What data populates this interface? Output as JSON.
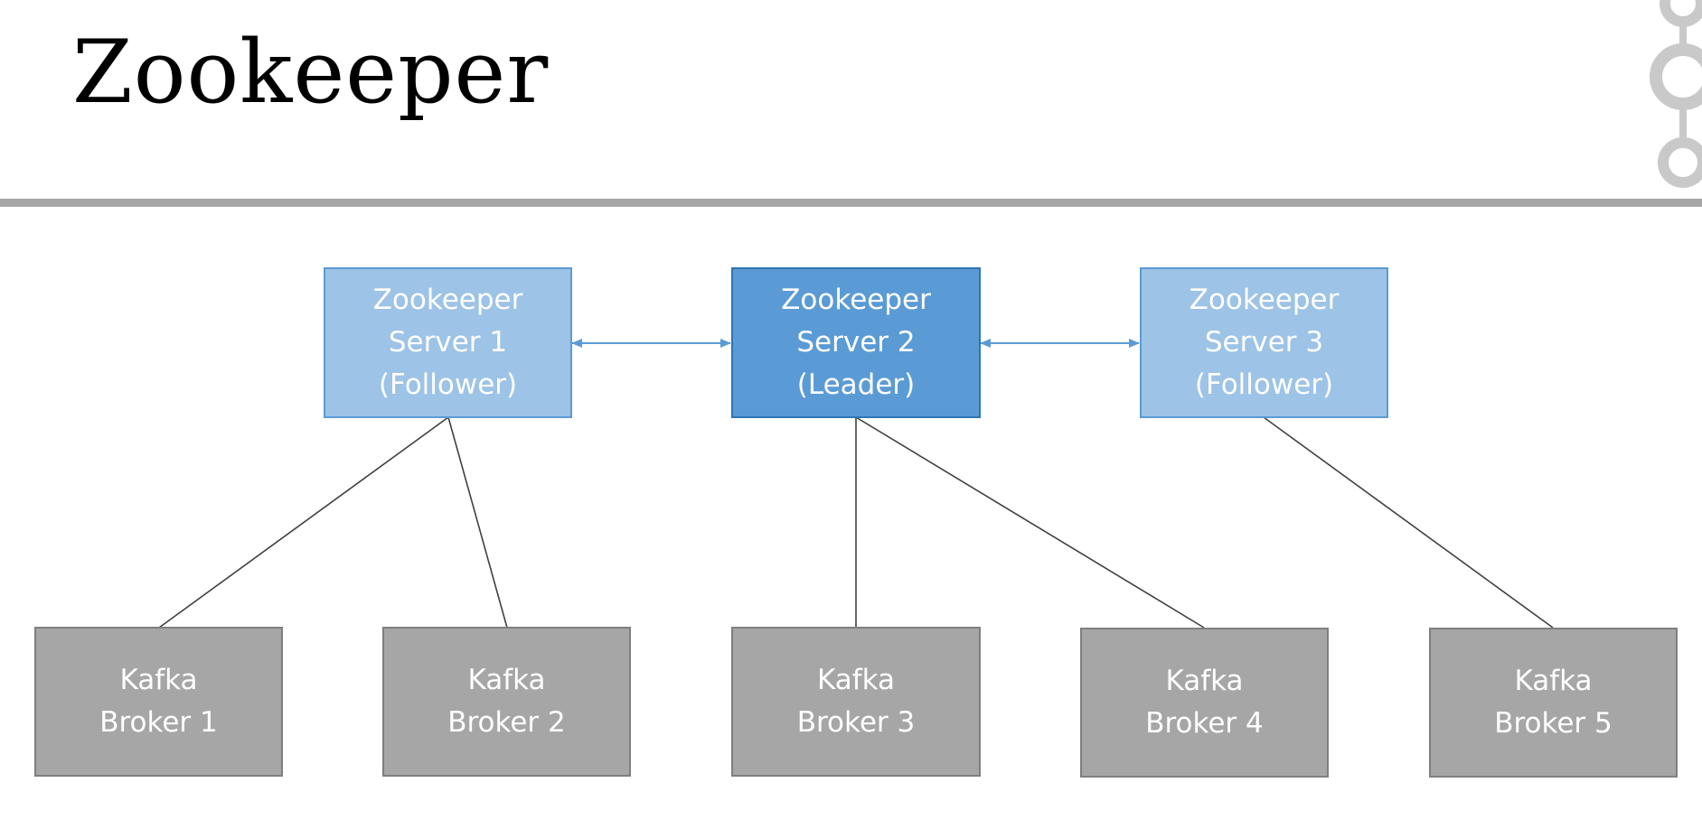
{
  "slide": {
    "title": "Zookeeper"
  },
  "colors": {
    "follower_fill": "#9dc3e6",
    "leader_fill": "#5b9bd5",
    "broker_fill": "#a6a6a6",
    "link_color": "#5b9bd5",
    "edge_color": "#404040",
    "rule_color": "#a6a6a6"
  },
  "logo": {
    "icon": "kafka-logo-icon"
  },
  "zookeeper_servers": [
    {
      "line1": "Zookeeper",
      "line2": "Server 1",
      "line3": "(Follower)",
      "role": "follower"
    },
    {
      "line1": "Zookeeper",
      "line2": "Server 2",
      "line3": "(Leader)",
      "role": "leader"
    },
    {
      "line1": "Zookeeper",
      "line2": "Server 3",
      "line3": "(Follower)",
      "role": "follower"
    }
  ],
  "brokers": [
    {
      "line1": "Kafka",
      "line2": "Broker 1"
    },
    {
      "line1": "Kafka",
      "line2": "Broker 2"
    },
    {
      "line1": "Kafka",
      "line2": "Broker 3"
    },
    {
      "line1": "Kafka",
      "line2": "Broker 4"
    },
    {
      "line1": "Kafka",
      "line2": "Broker 5"
    }
  ],
  "connections": [
    {
      "from": "Zookeeper Server 1",
      "to": "Kafka Broker 1"
    },
    {
      "from": "Zookeeper Server 1",
      "to": "Kafka Broker 2"
    },
    {
      "from": "Zookeeper Server 2",
      "to": "Kafka Broker 3"
    },
    {
      "from": "Zookeeper Server 2",
      "to": "Kafka Broker 4"
    },
    {
      "from": "Zookeeper Server 3",
      "to": "Kafka Broker 5"
    }
  ],
  "peer_links": [
    {
      "between": [
        "Zookeeper Server 1",
        "Zookeeper Server 2"
      ],
      "bidirectional": true
    },
    {
      "between": [
        "Zookeeper Server 2",
        "Zookeeper Server 3"
      ],
      "bidirectional": true
    }
  ]
}
